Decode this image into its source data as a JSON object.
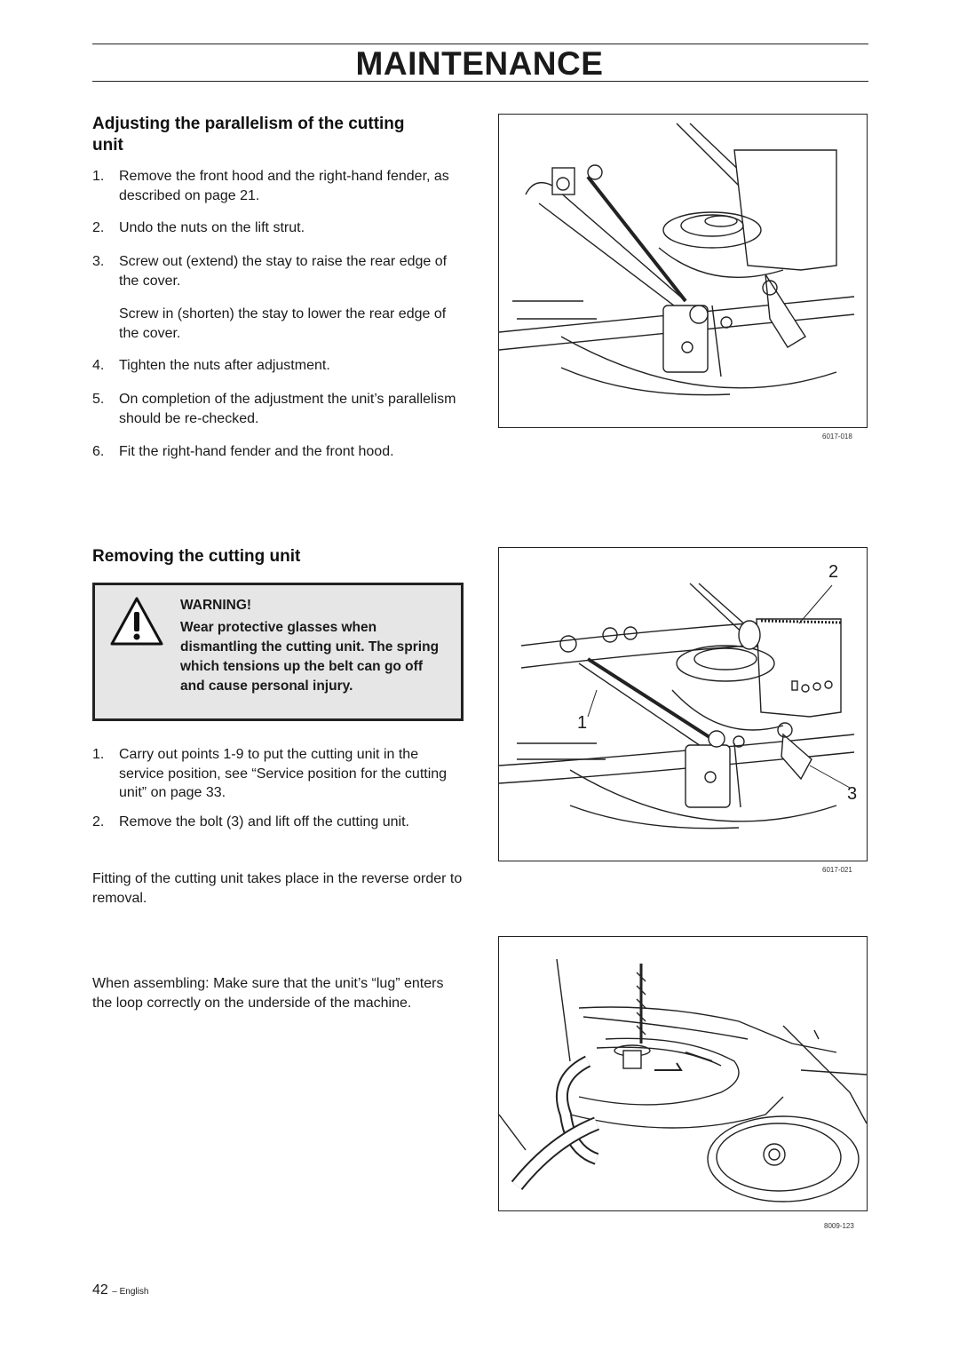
{
  "header": {
    "title": "MAINTENANCE"
  },
  "section1": {
    "heading_line1": "Adjusting the parallelism of the cutting",
    "heading_line2": "unit",
    "steps": [
      {
        "num": "1.",
        "text": "Remove the front hood and the right-hand fender, as described on page 21."
      },
      {
        "num": "2.",
        "text": "Undo the nuts on the lift strut."
      },
      {
        "num": "3.",
        "text": "Screw out (extend) the stay to raise the rear edge of the cover."
      },
      {
        "num": "",
        "text": "Screw in (shorten) the stay to lower the rear edge of the cover."
      },
      {
        "num": "4.",
        "text": "Tighten the nuts after adjustment."
      },
      {
        "num": "5.",
        "text": "On completion of the adjustment the unit’s parallelism should be re-checked."
      },
      {
        "num": "6.",
        "text": "Fit the right-hand fender and the front hood."
      }
    ]
  },
  "section2": {
    "heading": "Removing the cutting unit",
    "warning": {
      "title": "WARNING!",
      "text": "Wear protective glasses when dismantling the cutting unit. The spring which tensions up the belt can go off and cause personal injury."
    },
    "steps": [
      {
        "num": "1.",
        "text": "Carry out points 1-9 to put the cutting unit in the service position, see “Service position for the cutting unit” on page 33."
      },
      {
        "num": "2.",
        "text": "Remove the bolt (3) and lift off the cutting unit."
      }
    ],
    "fitting_note": "Fitting of the cutting unit takes place in the reverse order to removal.",
    "assembly_note": "When assembling: Make sure that the unit’s “lug” enters the loop correctly on the underside of the machine."
  },
  "figures": [
    {
      "code": "6017-018"
    },
    {
      "code": "6017-021",
      "callouts": [
        "2",
        "1",
        "3"
      ]
    },
    {
      "code": "8009-123"
    }
  ],
  "footer": {
    "page_number": "42",
    "language": "– English"
  }
}
